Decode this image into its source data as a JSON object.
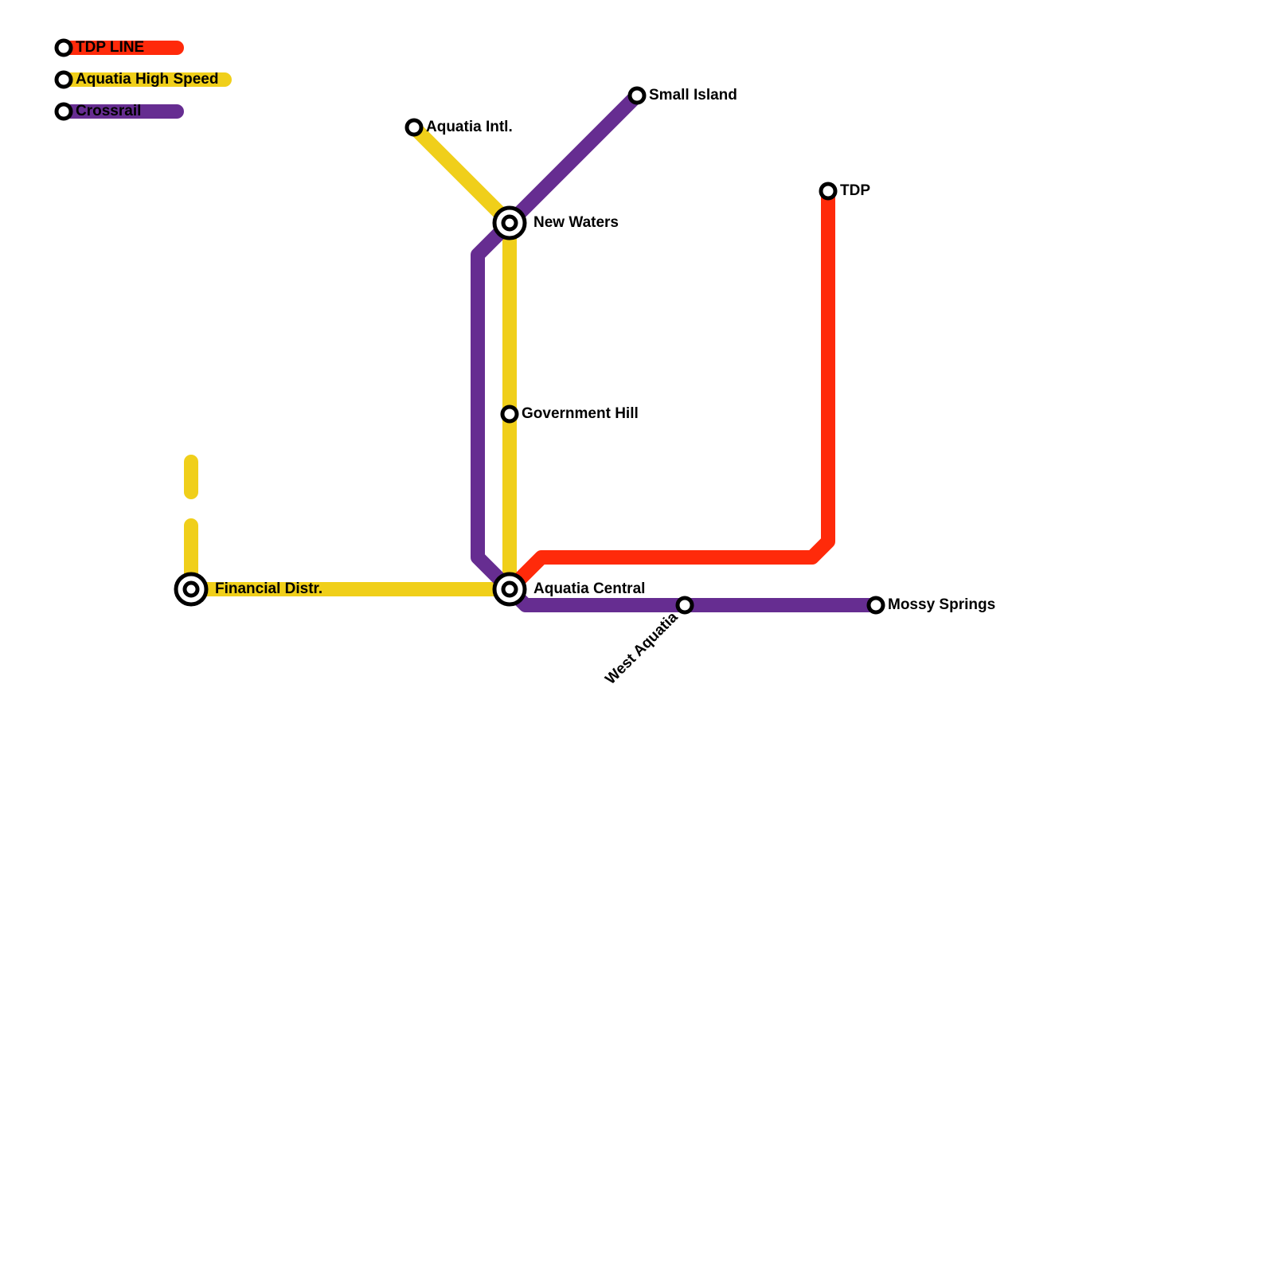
{
  "colors": {
    "tdp_line": "#ff2a0a",
    "aquatia_high_speed": "#f0cf1a",
    "crossrail": "#662d91",
    "background": "#ffffff",
    "station_outline": "#000000",
    "station_fill": "#ffffff"
  },
  "legend": {
    "tdp_line": "TDP LINE",
    "aquatia_high_speed": "Aquatia High Speed",
    "crossrail": "Crossrail"
  },
  "stations": {
    "small_island": "Small Island",
    "aquatia_intl": "Aquatia Intl.",
    "tdp": "TDP",
    "new_waters": "New Waters",
    "government_hill": "Government Hill",
    "financial_distr": "Financial Distr.",
    "aquatia_central": "Aquatia Central",
    "west_aquatia": "West Aquatia",
    "mossy_springs": "Mossy Springs"
  },
  "station_types": {
    "interchange": [
      "new_waters",
      "aquatia_central",
      "financial_distr"
    ],
    "regular": [
      "small_island",
      "aquatia_intl",
      "tdp",
      "government_hill",
      "west_aquatia",
      "mossy_springs"
    ]
  }
}
